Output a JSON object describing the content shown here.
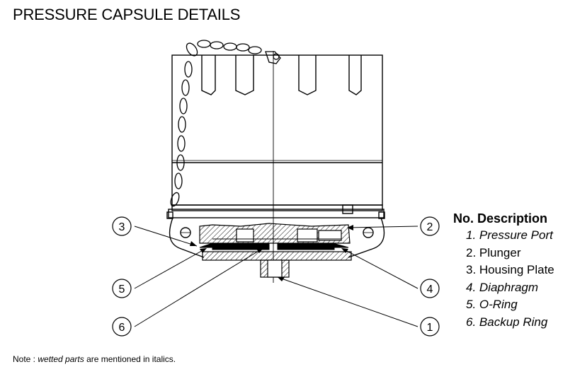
{
  "title": "PRESSURE CAPSULE DETAILS",
  "legend": {
    "heading": "No. Description",
    "items": [
      {
        "text": "1. Pressure Port",
        "wetted": true
      },
      {
        "text": "2. Plunger",
        "wetted": false
      },
      {
        "text": "3. Housing Plate",
        "wetted": false
      },
      {
        "text": "4. Diaphragm",
        "wetted": true
      },
      {
        "text": "5. O-Ring",
        "wetted": true
      },
      {
        "text": "6. Backup Ring",
        "wetted": true
      }
    ]
  },
  "callouts": [
    "1",
    "2",
    "3",
    "4",
    "5",
    "6"
  ],
  "note": {
    "prefix": "Note : ",
    "emphasis": "wetted parts",
    "suffix": " are mentioned in italics."
  }
}
